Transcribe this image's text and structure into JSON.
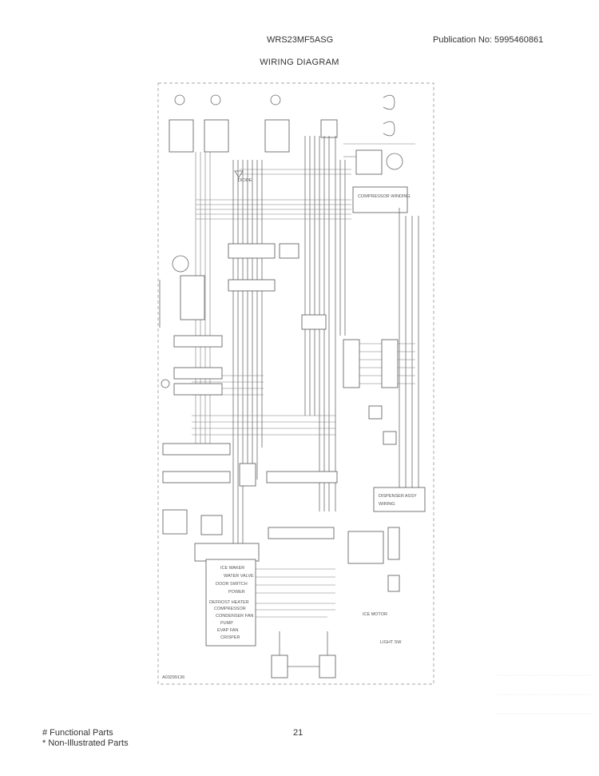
{
  "header": {
    "model": "WRS23MF5ASG",
    "publication": "Publication No:  5995460861"
  },
  "title": "WIRING DIAGRAM",
  "diagram": {
    "labels": {
      "compressor_winding": "COMPRESSOR WINDING",
      "diode": "DIODE",
      "dispenser_assy": "DISPENSER ASSY",
      "dispenser_assy_2": "WIRING",
      "defrost_heater": "DEFROST HEATER",
      "compressor": "COMPRESSOR",
      "power": "POWER",
      "ice_maker": "ICE MAKER",
      "light_sw": "LIGHT SW",
      "door_switch": "DOOR SWITCH",
      "water_valve": "WATER VALVE",
      "ice_motor": "ICE MOTOR",
      "condenser_fan": "CONDENSER FAN",
      "evap_fan": "EVAP FAN",
      "crisp": "CRISPER",
      "pump": "PUMP",
      "drawing_number": "A03299136"
    }
  },
  "footer": {
    "functional": "# Functional Parts",
    "non_illustrated": "* Non-Illustrated Parts",
    "page_number": "21"
  }
}
